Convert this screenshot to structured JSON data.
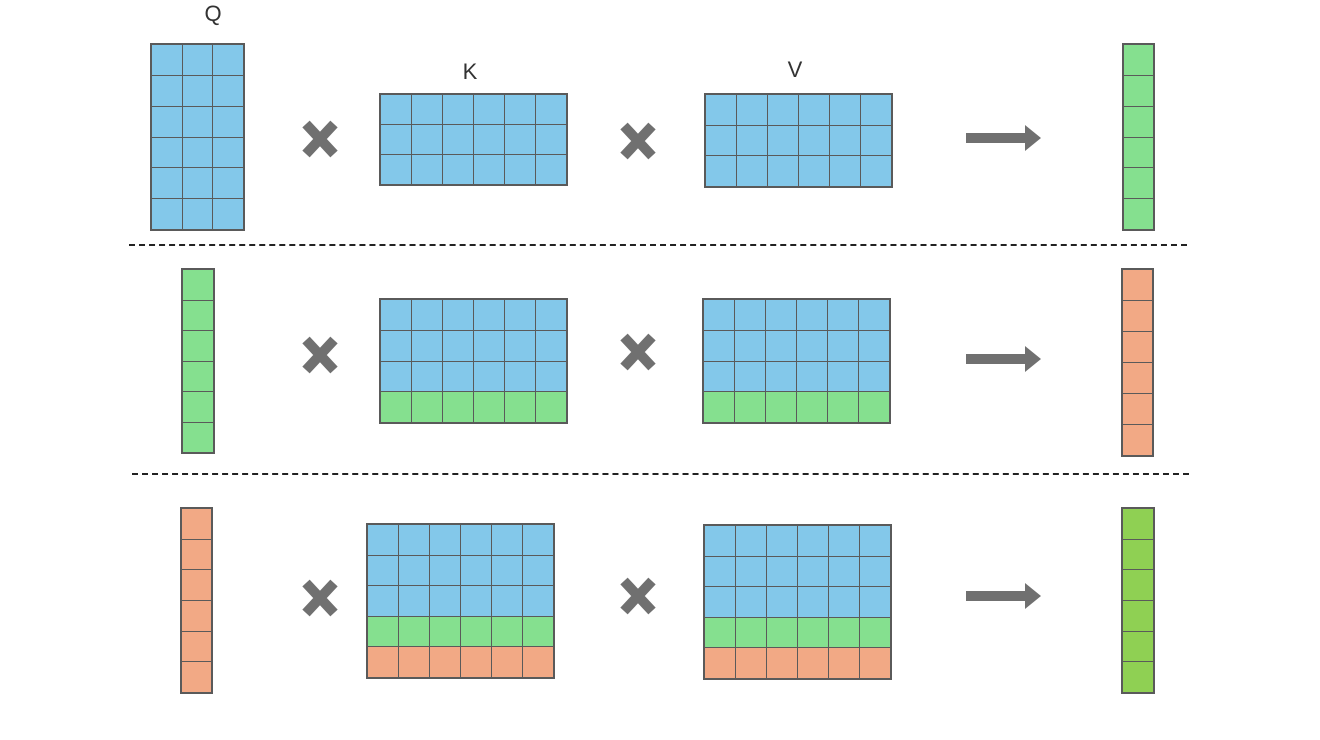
{
  "labels": {
    "q": "Q",
    "k": "K",
    "v": "V"
  },
  "colors": {
    "blue": "#83c8ea",
    "green": "#85e08f",
    "orange": "#f2a985",
    "lime": "#8fd053",
    "grid_line": "#5a5a5a",
    "icon": "#707070"
  },
  "icons": {
    "multiply": "multiply-icon",
    "arrow": "arrow-right-icon"
  },
  "rows": [
    {
      "q": {
        "cols": 3,
        "bands": [
          "blue",
          "blue",
          "blue",
          "blue",
          "blue",
          "blue"
        ]
      },
      "k": {
        "cols": 6,
        "bands": [
          "blue",
          "blue",
          "blue"
        ]
      },
      "v": {
        "cols": 6,
        "bands": [
          "blue",
          "blue",
          "blue"
        ]
      },
      "out": {
        "cols": 1,
        "bands": [
          "green",
          "green",
          "green",
          "green",
          "green",
          "green"
        ]
      }
    },
    {
      "q": {
        "cols": 1,
        "bands": [
          "green",
          "green",
          "green",
          "green",
          "green",
          "green"
        ]
      },
      "k": {
        "cols": 6,
        "bands": [
          "blue",
          "blue",
          "blue",
          "green"
        ]
      },
      "v": {
        "cols": 6,
        "bands": [
          "blue",
          "blue",
          "blue",
          "green"
        ]
      },
      "out": {
        "cols": 1,
        "bands": [
          "orange",
          "orange",
          "orange",
          "orange",
          "orange",
          "orange"
        ]
      }
    },
    {
      "q": {
        "cols": 1,
        "bands": [
          "orange",
          "orange",
          "orange",
          "orange",
          "orange",
          "orange"
        ]
      },
      "k": {
        "cols": 6,
        "bands": [
          "blue",
          "blue",
          "blue",
          "green",
          "orange"
        ]
      },
      "v": {
        "cols": 6,
        "bands": [
          "blue",
          "blue",
          "blue",
          "green",
          "orange"
        ]
      },
      "out": {
        "cols": 1,
        "bands": [
          "lime",
          "lime",
          "lime",
          "lime",
          "lime",
          "lime"
        ]
      }
    }
  ]
}
